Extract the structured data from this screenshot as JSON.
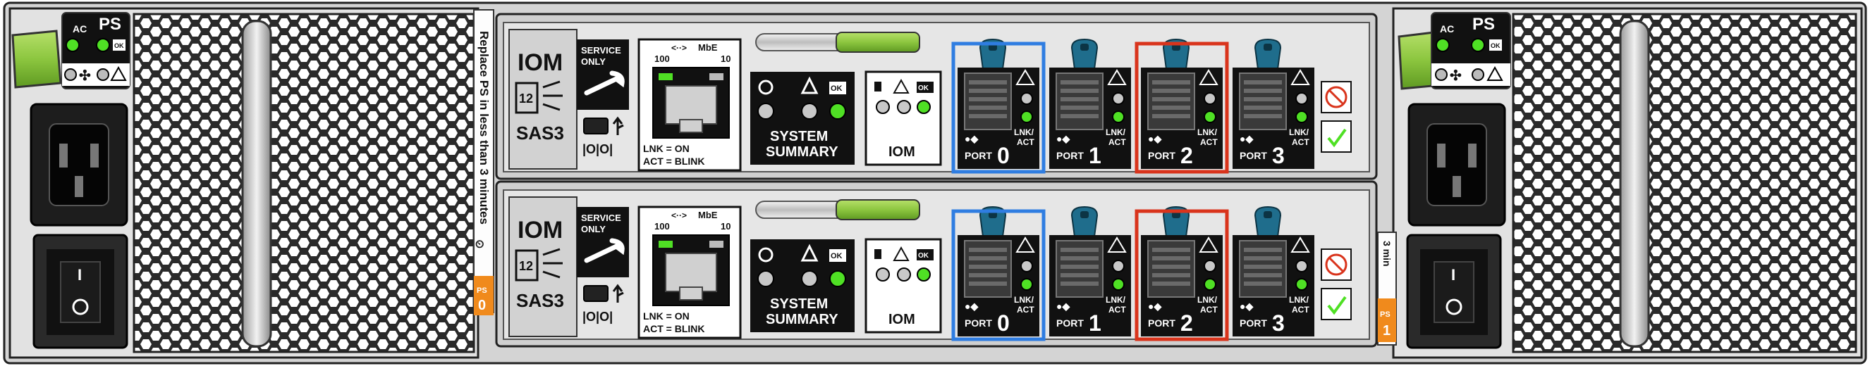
{
  "ps_left": {
    "ac_label": "AC",
    "ps_label": "PS",
    "ok_label": "OK",
    "warning_text": "Replace PS in less than 3 minutes",
    "tag_label": "PS",
    "tag_number": "0"
  },
  "ps_right": {
    "ac_label": "AC",
    "ps_label": "PS",
    "ok_label": "OK",
    "tag_label": "PS",
    "tag_number": "1",
    "timer_label": "3 min"
  },
  "iom_modules": [
    {
      "title": "IOM",
      "sas_number": "12",
      "sas_label": "SAS3",
      "service_line1": "SERVICE",
      "service_line2": "ONLY",
      "mbe_label": "MbE",
      "speed_low": "100",
      "speed_high": "10",
      "lnk_note": "LNK = ON",
      "act_note": "ACT = BLINK",
      "ok_label": "OK",
      "summary_line1": "SYSTEM",
      "summary_line2": "SUMMARY",
      "iom_label": "IOM",
      "port_word": "PORT",
      "lnk_word": "LNK/",
      "act_word": "ACT",
      "ports": [
        "0",
        "1",
        "2",
        "3"
      ]
    },
    {
      "title": "IOM",
      "sas_number": "12",
      "sas_label": "SAS3",
      "service_line1": "SERVICE",
      "service_line2": "ONLY",
      "mbe_label": "MbE",
      "speed_low": "100",
      "speed_high": "10",
      "lnk_note": "LNK = ON",
      "act_note": "ACT = BLINK",
      "ok_label": "OK",
      "summary_line1": "SYSTEM",
      "summary_line2": "SUMMARY",
      "iom_label": "IOM",
      "port_word": "PORT",
      "lnk_word": "LNK/",
      "act_word": "ACT",
      "ports": [
        "0",
        "1",
        "2",
        "3"
      ]
    }
  ],
  "highlights": [
    {
      "port": "0",
      "color": "#2f7de1"
    },
    {
      "port": "2",
      "color": "#d9341c"
    }
  ],
  "colors": {
    "led_green": "#4fe024",
    "latch_green": "#8cc63f",
    "tab_blue": "#1f6d8c",
    "tag_orange": "#f08a1c",
    "panel_black": "#111111",
    "metal": "#d8d8d8"
  },
  "icons": [
    "ac-icon",
    "fan-icon",
    "warning-icon",
    "ok-icon",
    "wrench-icon",
    "usb-icon",
    "ethernet-port-icon",
    "locate-icon",
    "unit-icon",
    "no-cable-icon",
    "cable-check-icon",
    "power-inlet-icon",
    "power-switch-icon"
  ]
}
